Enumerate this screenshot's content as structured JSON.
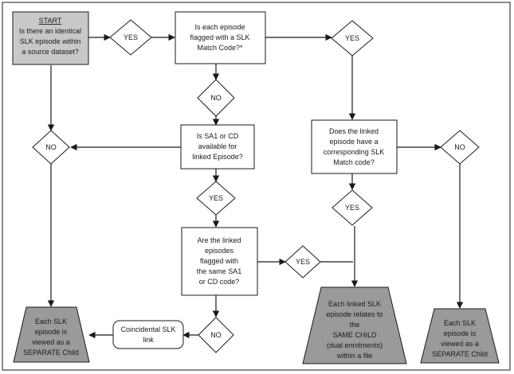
{
  "diagram": {
    "start": {
      "header": "START",
      "lines": [
        "Is there an identical",
        "SLK episode within",
        "a source dataset?"
      ]
    },
    "yes1": "YES",
    "flagged": {
      "lines": [
        "Is each episode",
        "flagged with a SLK",
        "Match Code?*"
      ]
    },
    "yes2": "YES",
    "no_flag": "NO",
    "sa1_cd": {
      "lines": [
        "Is SA1 or CD",
        "available for",
        "linked Episode?"
      ]
    },
    "no_left": "NO",
    "corresponding": {
      "lines": [
        "Does the linked",
        "episode have a",
        "corresponding SLK",
        "Match code?"
      ]
    },
    "no_right": "NO",
    "yes3": "YES",
    "yes4": "YES",
    "same_code": {
      "lines": [
        "Are the linked",
        "episodes",
        "flagged with",
        "the same SA1",
        "or CD code?"
      ]
    },
    "yes5": "YES",
    "no_bottom": "NO",
    "coincidental": {
      "lines": [
        "Coincidental SLK",
        "link"
      ]
    },
    "separate_left": {
      "lines": [
        "Each SLK",
        "episode is",
        "viewed as a",
        "SEPARATE Child"
      ]
    },
    "same_child": {
      "lines": [
        "Each linked SLK",
        "episode relates to",
        "the",
        "SAME CHILD",
        "(dual enrolments)",
        "within a file"
      ]
    },
    "separate_right": {
      "lines": [
        "Each SLK",
        "episode is",
        "viewed as a",
        "SEPARATE Child"
      ]
    }
  }
}
